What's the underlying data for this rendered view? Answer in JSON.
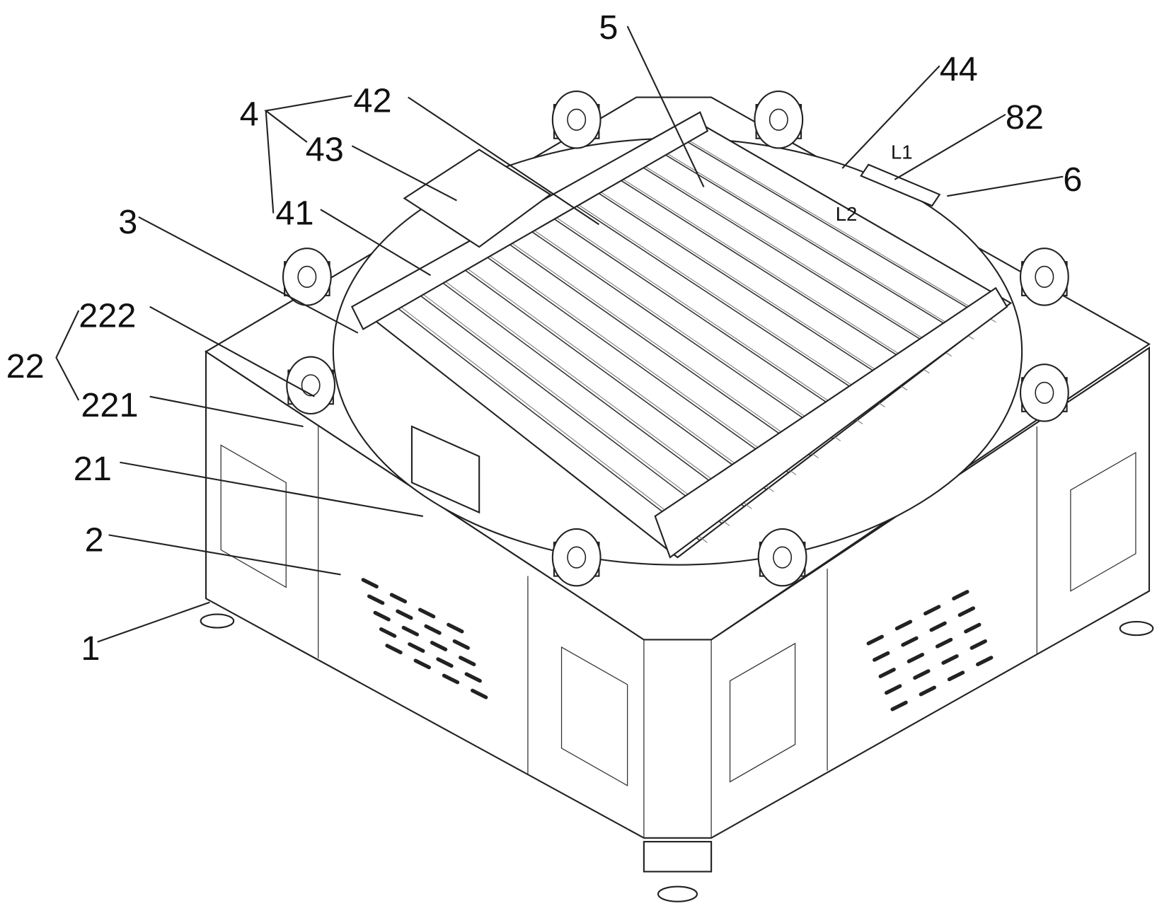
{
  "labels": {
    "l5": "5",
    "l44": "44",
    "l82": "82",
    "lL1": "L1",
    "l6": "6",
    "lL2": "L2",
    "l42": "42",
    "l4": "4",
    "l43": "43",
    "l41": "41",
    "l3": "3",
    "l222": "222",
    "l22": "22",
    "l221": "221",
    "l21": "21",
    "l2": "2",
    "l1": "1"
  }
}
